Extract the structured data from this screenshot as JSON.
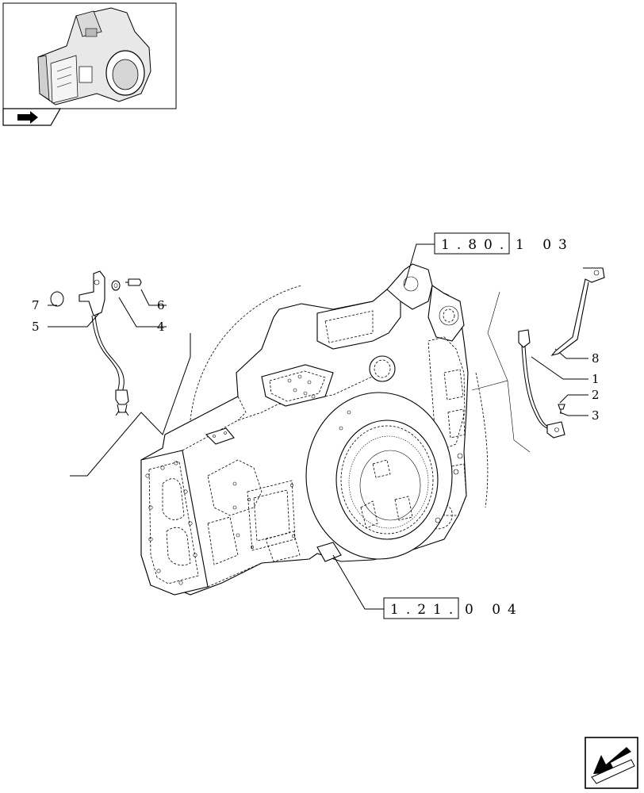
{
  "callouts": [
    {
      "id": "c1",
      "text": "1"
    },
    {
      "id": "c2",
      "text": "2"
    },
    {
      "id": "c3",
      "text": "3"
    },
    {
      "id": "c4",
      "text": "4"
    },
    {
      "id": "c5",
      "text": "5"
    },
    {
      "id": "c6",
      "text": "6"
    },
    {
      "id": "c7",
      "text": "7"
    },
    {
      "id": "c8",
      "text": "8"
    }
  ],
  "references": {
    "top": {
      "boxed": "1.80.",
      "rest": "1 03"
    },
    "bottom": {
      "boxed": "1.21.",
      "rest": "0 04"
    }
  },
  "icons": {
    "thumbnail": "transmission-housing-thumbnail",
    "thumb_tab": "book-arrow-icon",
    "nav": "next-page-arrow-icon"
  }
}
